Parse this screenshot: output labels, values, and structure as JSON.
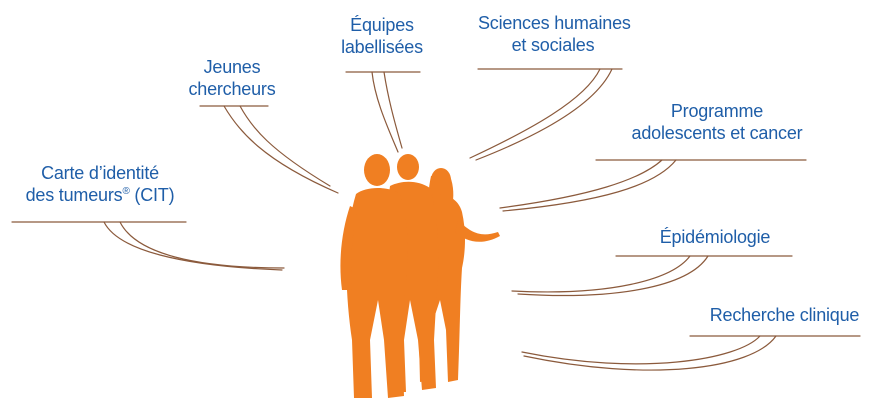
{
  "colors": {
    "label": "#1f5ea8",
    "line": "#8b5a3c",
    "silhouette": "#f07f22"
  },
  "labels": {
    "equipes": {
      "line1": "Équipes",
      "line2": "labellisées"
    },
    "sciences": {
      "line1": "Sciences humaines",
      "line2": "et sociales"
    },
    "jeunes": {
      "line1": "Jeunes",
      "line2": "chercheurs"
    },
    "programme": {
      "line1": "Programme",
      "line2": "adolescents et cancer"
    },
    "cit": {
      "line1": "Carte d’identité",
      "line2a": "des tumeurs",
      "reg": "®",
      "line2b": " (CIT)"
    },
    "epidemiologie": {
      "line1": "Épidémiologie"
    },
    "recherche": {
      "line1": "Recherche clinique"
    }
  }
}
